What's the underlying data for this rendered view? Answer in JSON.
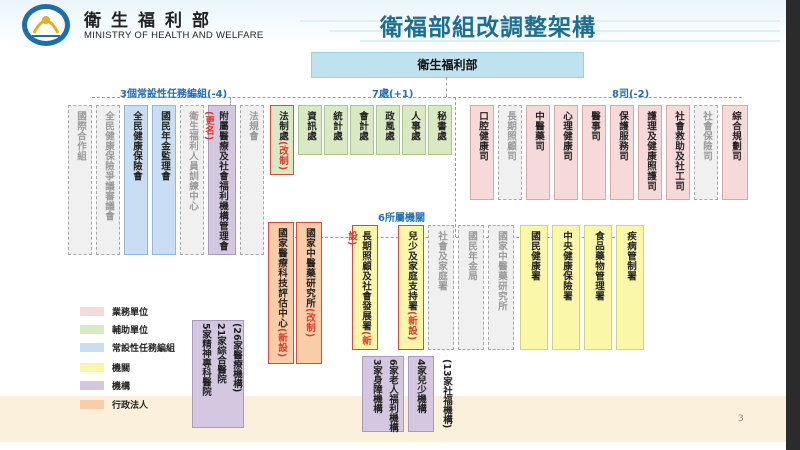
{
  "header": {
    "ministry_zh": "衛生福利部",
    "ministry_en": "MINISTRY OF HEALTH AND WELFARE",
    "title": "衛福部組改調整架構"
  },
  "root": "衛生福利部",
  "groups": {
    "task": "3個常設性任務編組(-4)",
    "offices": "7處(+1)",
    "depts": "8司(-2)",
    "agencies": "6所屬機關"
  },
  "task_boxes": [
    "國際合作組",
    "全民健康保險爭議審議會",
    "全民健康保險會",
    "國民年金監理會",
    "衛生福利人員訓練中心",
    "附屬醫療及社會福利機構管理會(更名)",
    "法規會"
  ],
  "office_boxes": [
    "法制處(改制)",
    "資訊處",
    "統計處",
    "會計處",
    "政風處",
    "人事處",
    "秘書處"
  ],
  "dept_boxes": [
    "口腔健康司",
    "長期照顧司",
    "中醫藥司",
    "心理健康司",
    "醫事司",
    "保護服務司",
    "護理及健康照護司",
    "社會救助及社工司",
    "社會保險司",
    "綜合規劃司"
  ],
  "legal_boxes": [
    "國家醫療科技評估中心(新設)",
    "國家中醫藥研究所(改制)"
  ],
  "agency_boxes": [
    "長期照顧及社會發展署(新設)",
    "兒少及家庭支持署(新設)",
    "社會及家庭署",
    "國民年金局",
    "國家中醫藥研究所",
    "國民健康署",
    "中央健康保險署",
    "食品藥物管理署",
    "疾病管制署"
  ],
  "side_notes": {
    "hospitals": "(26家醫療機構)",
    "hospitals_detail1": "21家綜合醫院",
    "hospitals_detail2": "5家精神專科醫院",
    "elderly1": "6家老人福利機構",
    "elderly2": "3家身障機構",
    "children": "4家兒少機構",
    "welfare": "(13家社福機構)"
  },
  "legend": [
    {
      "label": "業務單位",
      "color": "#f6dada"
    },
    {
      "label": "輔助單位",
      "color": "#d8e9c4"
    },
    {
      "label": "常設性任務編組",
      "color": "#c9def2"
    },
    {
      "label": "機關",
      "color": "#fbf7a8"
    },
    {
      "label": "機構",
      "color": "#d4c8e0"
    },
    {
      "label": "行政法人",
      "color": "#f8cda8"
    }
  ],
  "page_number": "3"
}
